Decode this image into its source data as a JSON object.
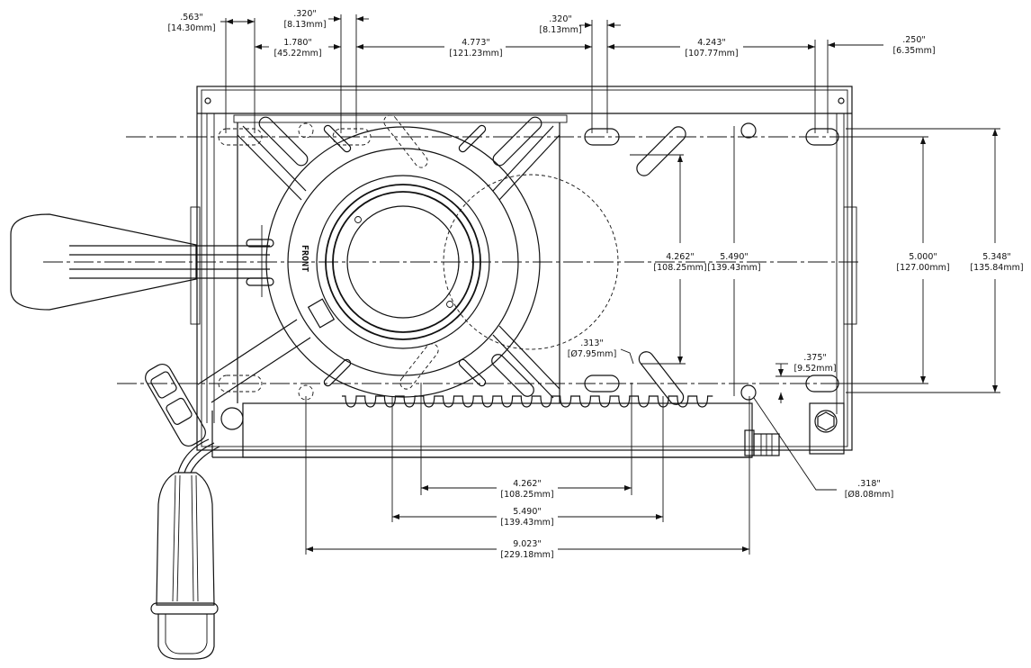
{
  "drawing": {
    "subject": "swivel seat base plate assembly - top view",
    "front_label": "FRONT",
    "line_color": "#111111",
    "background": "#ffffff"
  },
  "dimensions": {
    "top": [
      {
        "id": "d563",
        "inch": ".563\"",
        "mm": "[14.30mm]"
      },
      {
        "id": "d320a",
        "inch": ".320\"",
        "mm": "[8.13mm]"
      },
      {
        "id": "d1780",
        "inch": "1.780\"",
        "mm": "[45.22mm]"
      },
      {
        "id": "d4773",
        "inch": "4.773\"",
        "mm": "[121.23mm]"
      },
      {
        "id": "d320b",
        "inch": ".320\"",
        "mm": "[8.13mm]"
      },
      {
        "id": "d4243",
        "inch": "4.243\"",
        "mm": "[107.77mm]"
      },
      {
        "id": "d250",
        "inch": ".250\"",
        "mm": "[6.35mm]"
      }
    ],
    "right": [
      {
        "id": "v4262",
        "inch": "4.262\"",
        "mm": "[108.25mm]"
      },
      {
        "id": "v5490",
        "inch": "5.490\"",
        "mm": "[139.43mm]"
      },
      {
        "id": "v5000",
        "inch": "5.000\"",
        "mm": "[127.00mm]"
      },
      {
        "id": "v5348",
        "inch": "5.348\"",
        "mm": "[135.84mm]"
      }
    ],
    "callouts": [
      {
        "id": "c313",
        "inch": ".313\"",
        "mm": "[Ø7.95mm]"
      },
      {
        "id": "c375",
        "inch": ".375\"",
        "mm": "[9.52mm]"
      },
      {
        "id": "c318",
        "inch": ".318\"",
        "mm": "[Ø8.08mm]"
      }
    ],
    "bottom": [
      {
        "id": "b4262",
        "inch": "4.262\"",
        "mm": "[108.25mm]"
      },
      {
        "id": "b5490",
        "inch": "5.490\"",
        "mm": "[139.43mm]"
      },
      {
        "id": "b9023",
        "inch": "9.023\"",
        "mm": "[229.18mm]"
      }
    ]
  }
}
